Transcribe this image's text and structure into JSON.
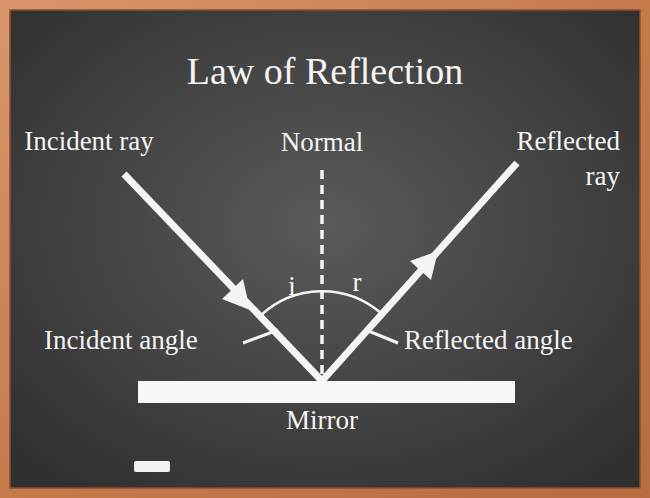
{
  "diagram": {
    "title": "Law of Reflection",
    "labels": [
      "Incident ray",
      "Normal",
      "Reflected ray",
      "i",
      "r",
      "Incident angle",
      "Reflected angle",
      "Mirror"
    ]
  }
}
